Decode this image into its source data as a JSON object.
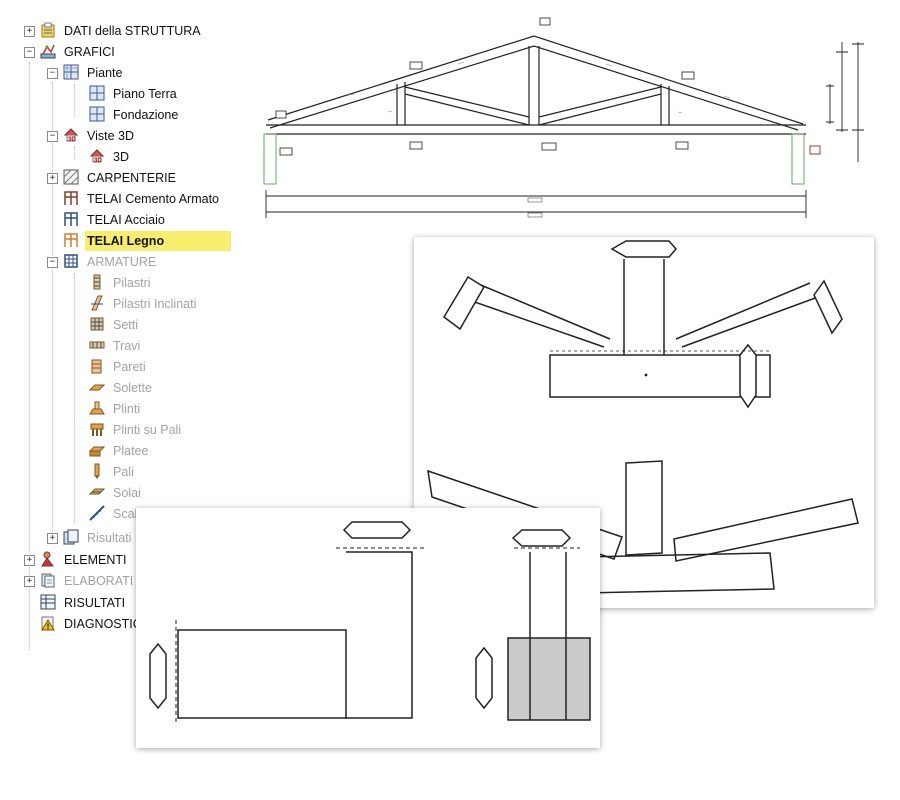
{
  "tree": {
    "dati_struttura": "DATI della STRUTTURA",
    "grafici": "GRAFICI",
    "piante": "Piante",
    "piano_terra": "Piano Terra",
    "fondazione": "Fondazione",
    "viste_3d": "Viste 3D",
    "v3d": "3D",
    "carpenterie": "CARPENTERIE",
    "telai_ca": "TELAI Cemento Armato",
    "telai_acciaio": "TELAI Acciaio",
    "telai_legno": "TELAI Legno",
    "armature": "ARMATURE",
    "pilastri": "Pilastri",
    "pilastri_inclinati": "Pilastri Inclinati",
    "setti": "Setti",
    "travi": "Travi",
    "pareti": "Pareti",
    "solette": "Solette",
    "plinti": "Plinti",
    "plinti_pali": "Plinti su Pali",
    "platee": "Platee",
    "pali": "Pali",
    "solai": "Solai",
    "scale": "Scale",
    "risultati": "Risultati",
    "elementi": "ELEMENTI",
    "elaborati": "ELABORATI",
    "risultati_caps": "RISULTATI",
    "diagnostica": "DIAGNOSTICA",
    "selected_color": "#f7ee6e"
  },
  "icons": {
    "folder": "folder-icon",
    "chart": "chart-icon",
    "grid": "plan-grid-icon",
    "frame": "frame-icon",
    "rebar": "rebar-icon",
    "warning": "warning-icon"
  }
}
